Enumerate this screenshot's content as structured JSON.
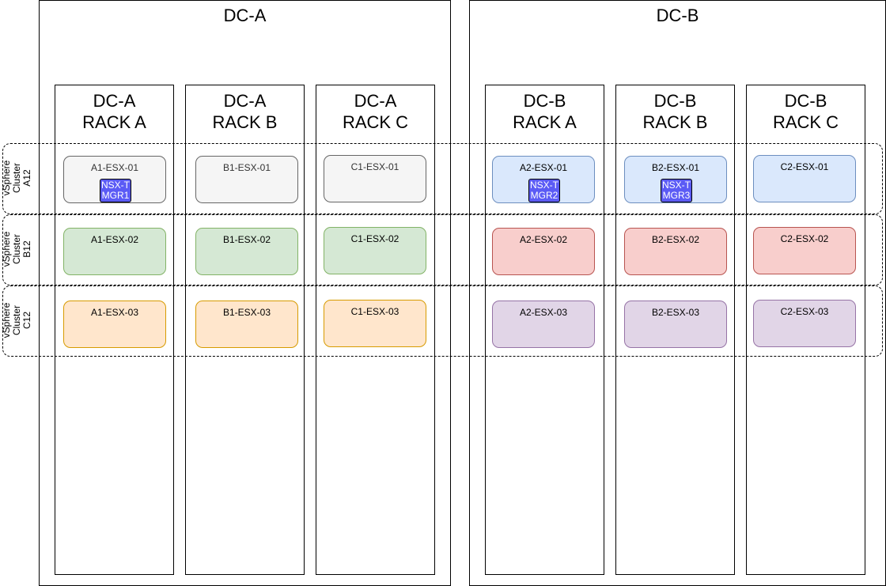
{
  "datacenters": [
    {
      "id": "dc-a",
      "title": "DC-A"
    },
    {
      "id": "dc-b",
      "title": "DC-B"
    }
  ],
  "racks": [
    {
      "line1": "DC-A",
      "line2": "RACK A"
    },
    {
      "line1": "DC-A",
      "line2": "RACK B"
    },
    {
      "line1": "DC-A",
      "line2": "RACK C"
    },
    {
      "line1": "DC-B",
      "line2": "RACK A"
    },
    {
      "line1": "DC-B",
      "line2": "RACK B"
    },
    {
      "line1": "DC-B",
      "line2": "RACK C"
    }
  ],
  "clusters": [
    {
      "line1": "vSphere",
      "line2": "Cluster",
      "line3": "A12"
    },
    {
      "line1": "vSphere",
      "line2": "Cluster",
      "line3": "B12"
    },
    {
      "line1": "vSphere",
      "line2": "Cluster",
      "line3": "C12"
    }
  ],
  "hosts": {
    "row1": [
      "A1-ESX-01",
      "B1-ESX-01",
      "C1-ESX-01",
      "A2-ESX-01",
      "B2-ESX-01",
      "C2-ESX-01"
    ],
    "row2": [
      "A1-ESX-02",
      "B1-ESX-02",
      "C1-ESX-02",
      "A2-ESX-02",
      "B2-ESX-02",
      "C2-ESX-02"
    ],
    "row3": [
      "A1-ESX-03",
      "B1-ESX-03",
      "C1-ESX-03",
      "A2-ESX-03",
      "B2-ESX-03",
      "C2-ESX-03"
    ]
  },
  "managers": [
    {
      "line1": "NSX-T",
      "line2": "MGR1"
    },
    {
      "line1": "NSX-T",
      "line2": "MGR2"
    },
    {
      "line1": "NSX-T",
      "line2": "MGR3"
    }
  ],
  "colors": {
    "gray_fill": "#f5f5f5",
    "gray_stroke": "#666666",
    "green_fill": "#d5e8d4",
    "green_stroke": "#82b366",
    "orange_fill": "#ffe6cc",
    "orange_stroke": "#d79b00",
    "blue_fill": "#dae8fc",
    "blue_stroke": "#6c8ebf",
    "red_fill": "#f8cecc",
    "red_stroke": "#b85450",
    "purple_fill": "#e1d5e7",
    "purple_stroke": "#9673a6",
    "manager_fill": "#5b5bf5"
  }
}
